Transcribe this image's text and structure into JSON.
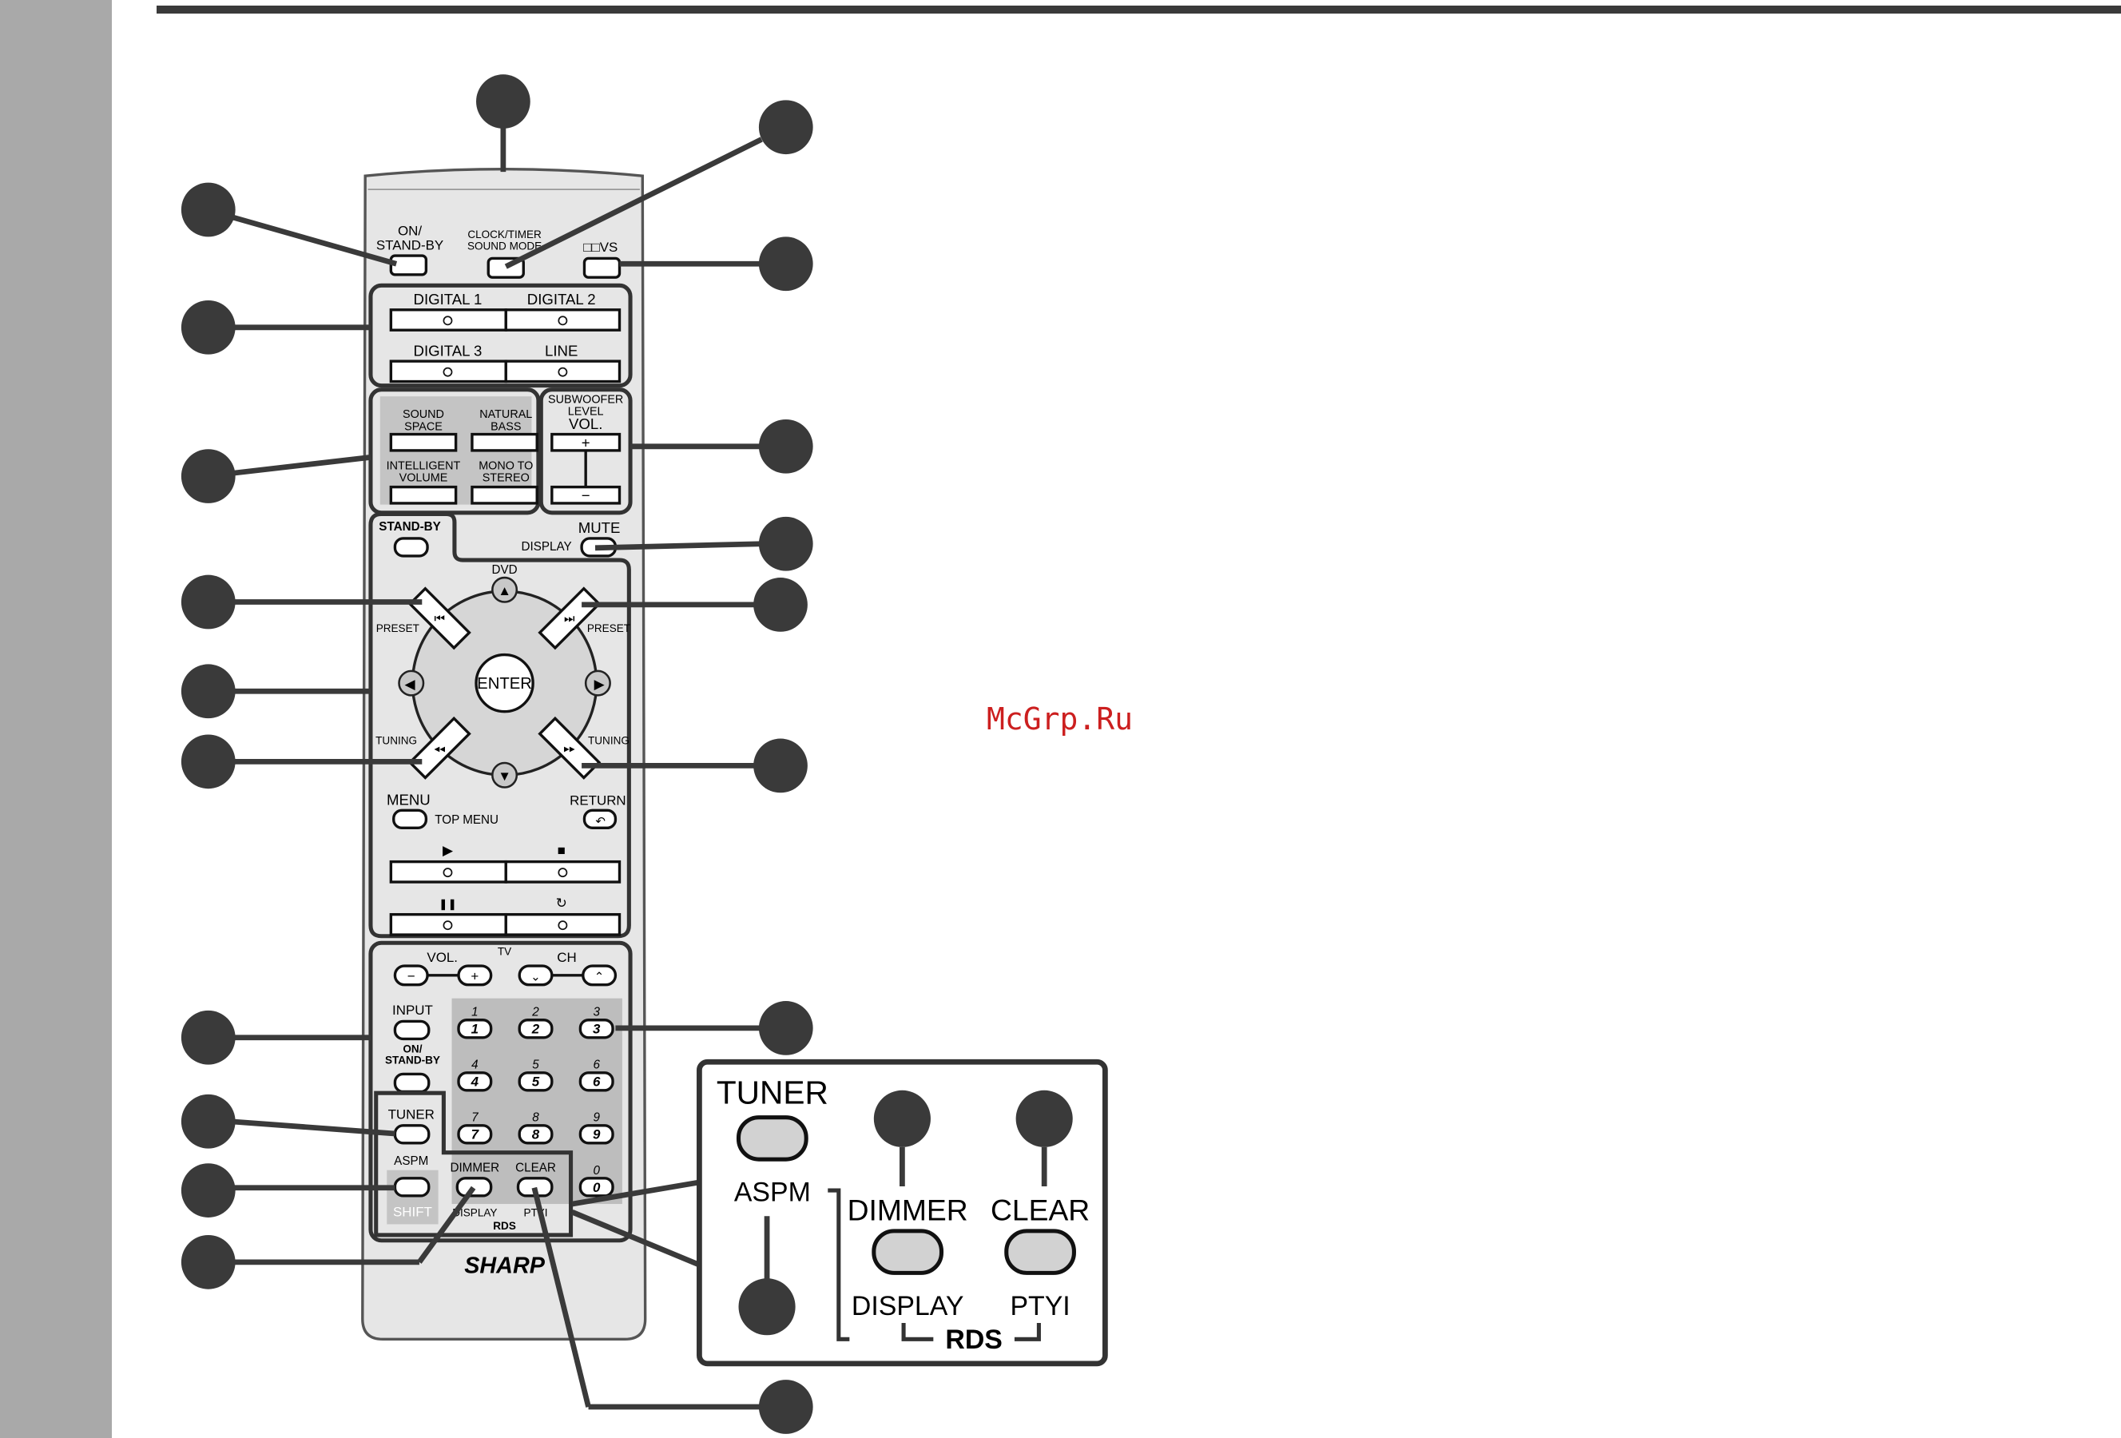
{
  "page": {
    "watermark": "McGrp.Ru",
    "colors": {
      "sidebar": "#a9a9a9",
      "rule": "#3a3a3a",
      "remote_body": "#e6e6e6",
      "callout": "#3a3a3a",
      "watermark": "#cc1f1f",
      "panel": "#c4c4c4"
    }
  },
  "remote": {
    "brand": "SHARP",
    "top": {
      "power": "ON/\nSTAND-BY",
      "clock": "CLOCK/TIMER\nSOUND MODE",
      "vs": "□□VS"
    },
    "digital": {
      "d1": "DIGITAL 1",
      "d2": "DIGITAL 2",
      "d3": "DIGITAL 3",
      "line": "LINE"
    },
    "sound": {
      "space": "SOUND\nSPACE",
      "bass": "NATURAL\nBASS",
      "intelligent": "INTELLIGENT\nVOLUME",
      "mono": "MONO TO\nSTEREO"
    },
    "subwoofer": {
      "title": "SUBWOOFER\nLEVEL",
      "vol": "VOL.",
      "plus": "+",
      "minus": "−"
    },
    "dvd": {
      "standby": "STAND-BY",
      "mute": "MUTE",
      "display": "DISPLAY",
      "dvd": "DVD",
      "preset_l": "PRESET",
      "preset_r": "PRESET",
      "tuning_l": "TUNING",
      "tuning_r": "TUNING",
      "enter": "ENTER",
      "menu": "MENU",
      "top_menu": "TOP MENU",
      "return": "RETURN",
      "skip_back": "⏮",
      "skip_fwd": "⏭",
      "rew": "◂◂",
      "ffw": "▸▸",
      "play": "▶",
      "stop": "■",
      "pause": "❚❚",
      "repeat": "↻"
    },
    "tv": {
      "tv": "TV",
      "vol": "VOL.",
      "ch": "CH",
      "input": "INPUT",
      "on_standby": "ON/\nSTAND-BY"
    },
    "numbers": [
      "1",
      "2",
      "3",
      "4",
      "5",
      "6",
      "7",
      "8",
      "9",
      "0"
    ],
    "tuner": {
      "tuner": "TUNER",
      "aspm": "ASPM",
      "shift": "SHIFT",
      "dimmer": "DIMMER",
      "clear": "CLEAR",
      "display": "DISPLAY",
      "ptyi": "PTYI",
      "rds": "RDS"
    }
  },
  "inset": {
    "tuner": "TUNER",
    "aspm": "ASPM",
    "dimmer": "DIMMER",
    "clear": "CLEAR",
    "display": "DISPLAY",
    "ptyi": "PTYI",
    "rds": "RDS"
  }
}
